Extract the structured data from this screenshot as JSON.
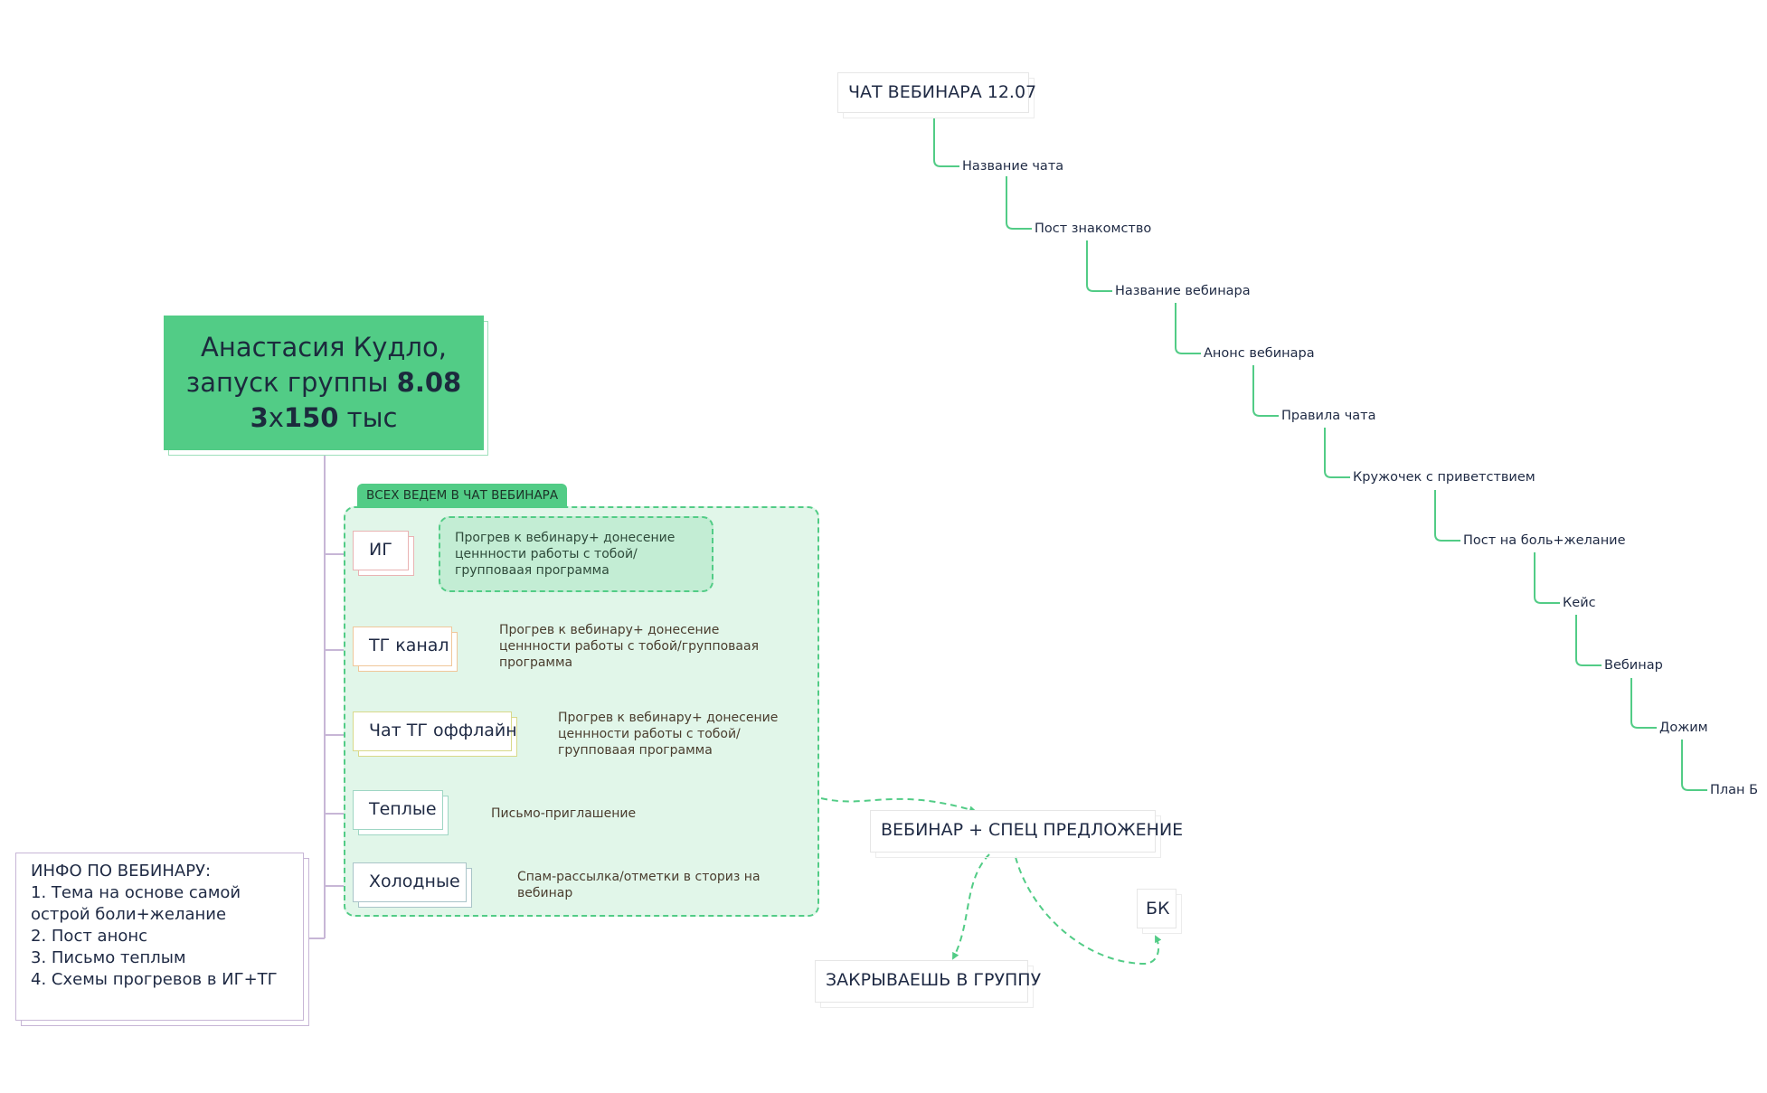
{
  "root": {
    "line1": "Анастасия Кудло,",
    "line2_prefix": "запуск группы ",
    "line2_bold": "8.08",
    "line3_bold1": "3",
    "line3_mid": "х",
    "line3_bold2": "150",
    "line3_suffix": " тыс"
  },
  "zone": {
    "label": "ВСЕХ ВЕДЕМ В ЧАТ ВЕБИНАРА"
  },
  "channels": [
    {
      "label": "ИГ",
      "note": "Прогрев к вебинару+ донесение ценнности работы с тобой/групповаая программа",
      "color": "#e9b3b3"
    },
    {
      "label": "ТГ канал",
      "note": "Прогрев к вебинару+ донесение ценнности работы с тобой/групповаая программа",
      "color": "#f0c79a"
    },
    {
      "label": "Чат ТГ оффлайн",
      "note": "Прогрев к вебинару+ донесение ценнности работы с тобой/групповаая программа",
      "color": "#d8d98a"
    },
    {
      "label": "Теплые",
      "note": "Письмо-приглашение",
      "color": "#9fd6c4"
    },
    {
      "label": "Холодные",
      "note": "Спам-рассылка/отметки в сториз на вебинар",
      "color": "#a9c4c8"
    }
  ],
  "info": {
    "title": "ИНФО ПО ВЕБИНАРУ:",
    "items": [
      "1. Тема на основе самой острой боли+желание",
      "2. Пост анонс",
      "3. Письмо теплым",
      "4. Схемы прогревов в ИГ+ТГ"
    ]
  },
  "chat": {
    "title": "ЧАТ ВЕБИНАРА  12.07",
    "steps": [
      "Название чата",
      "Пост знакомство",
      "Название вебинара",
      "Анонс вебинара",
      "Правила чата",
      "Кружочек  с приветствием",
      "Пост на боль+желание",
      "Кейс",
      "Вебинар",
      "Дожим",
      "План Б"
    ]
  },
  "webinar": {
    "label": "ВЕБИНАР + СПЕЦ ПРЕДЛОЖЕНИЕ"
  },
  "close": {
    "label": "ЗАКРЫВАЕШЬ В ГРУППУ"
  },
  "bk": {
    "label": "БК"
  },
  "colors": {
    "accent": "#52cc86",
    "zone_bg": "#e1f6e9",
    "note_bg": "#c3edd4",
    "line": "#c7b6d6",
    "chain": "#52cc86"
  }
}
